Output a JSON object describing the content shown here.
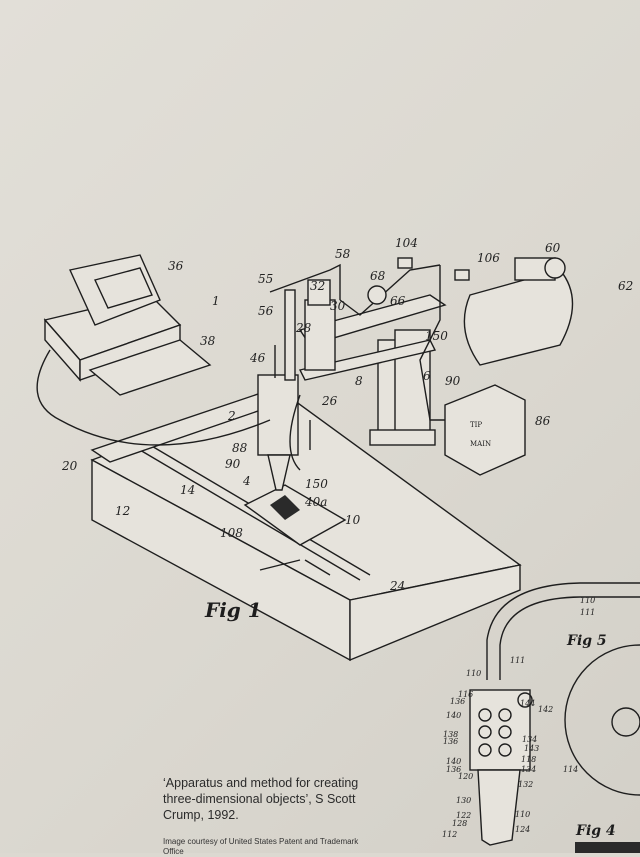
{
  "figure_titles": {
    "fig1": "Fig 1",
    "fig5": "Fig 5",
    "fig4": "Fig 4"
  },
  "fig1_labels": [
    "36",
    "38",
    "1",
    "55",
    "56",
    "58",
    "104",
    "106",
    "60",
    "62",
    "68",
    "32",
    "30",
    "66",
    "28",
    "46",
    "150",
    "8",
    "6",
    "90",
    "86",
    "2",
    "26",
    "88",
    "90",
    "4",
    "150",
    "40a",
    "10",
    "108",
    "14",
    "12",
    "20",
    "24"
  ],
  "control_box_labels": {
    "tip": "TIP",
    "main": "MAIN"
  },
  "fig5_labels": [
    "110",
    "111",
    "111",
    "110",
    "116",
    "136",
    "140",
    "138",
    "136",
    "140",
    "136",
    "120",
    "144",
    "142",
    "134",
    "143",
    "118",
    "134",
    "132",
    "130",
    "122",
    "128",
    "112",
    "110",
    "124",
    "114"
  ],
  "caption": {
    "title": "‘Apparatus and method for creating three-dimensional objects’, S Scott Crump, 1992.",
    "credit": "Image courtesy of United States Patent and Trademark Office"
  },
  "colors": {
    "wall": "#dcd9d1",
    "ink": "#1e1e1e"
  }
}
